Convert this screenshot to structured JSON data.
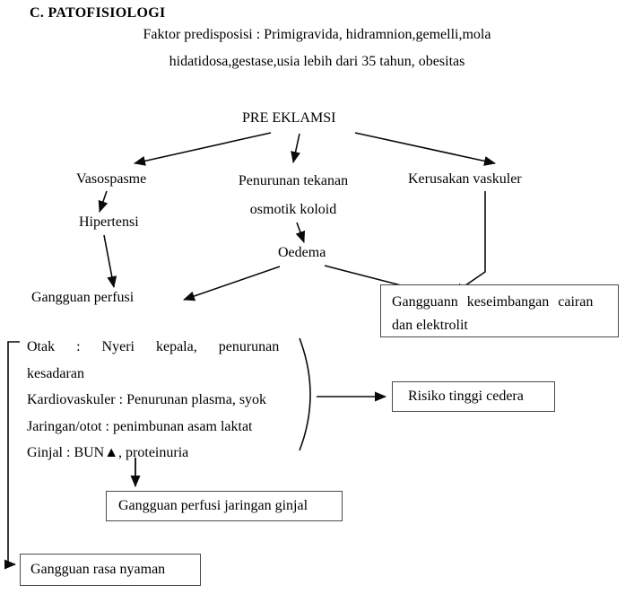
{
  "title": "C. PATOFISIOLOGI",
  "predisposition": {
    "line1": "Faktor predisposisi : Primigravida, hidramnion,gemelli,mola",
    "line2": "hidatidosa,gestase,usia lebih dari 35 tahun, obesitas"
  },
  "nodes": {
    "pre_eklamsi": "PRE EKLAMSI",
    "vasospasme": "Vasospasme",
    "penurunan_line1": "Penurunan tekanan",
    "penurunan_line2": "osmotik koloid",
    "kerusakan_vaskuler": "Kerusakan vaskuler",
    "hipertensi": "Hipertensi",
    "oedema": "Oedema",
    "gangguan_perfusi": "Gangguan perfusi"
  },
  "effects": {
    "line1": "Otak : Nyeri kepala, penurunan",
    "line2": "kesadaran",
    "line3": "Kardiovaskuler : Penurunan plasma, syok",
    "line4": "Jaringan/otot : penimbunan asam laktat",
    "line5": "Ginjal : BUN▲, proteinuria"
  },
  "boxes": {
    "keseimbangan_line1": "Gangguann keseimbangan cairan",
    "keseimbangan_line2": "dan elektrolit",
    "risiko_tinggi_cedera": "Risiko tinggi cedera",
    "perfusi_jaringan_ginjal": "Gangguan perfusi jaringan ginjal",
    "gangguan_rasa_nyaman": "Gangguan rasa nyaman"
  },
  "colors": {
    "ink": "#000000",
    "box_border": "#4a4a4a",
    "background": "#ffffff"
  }
}
